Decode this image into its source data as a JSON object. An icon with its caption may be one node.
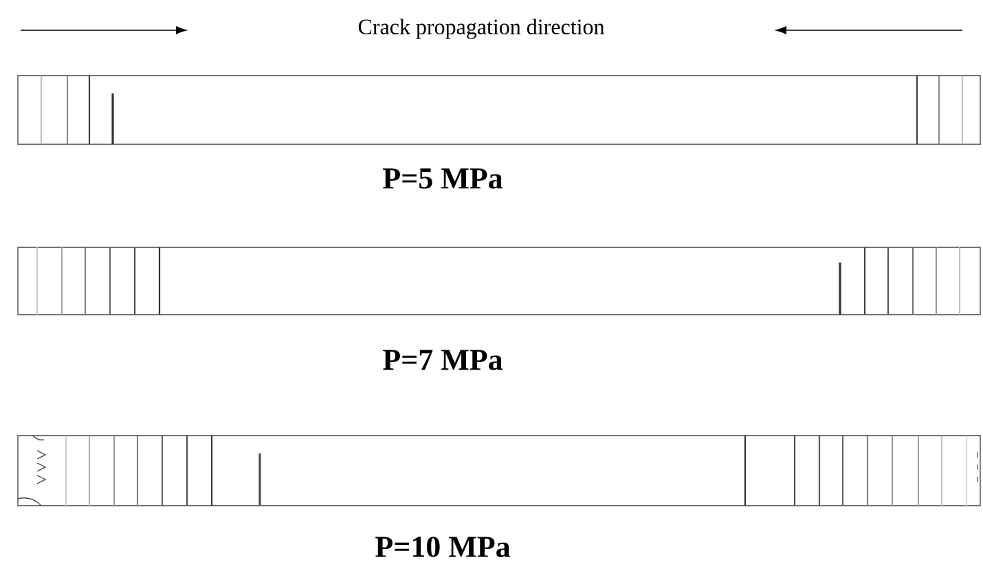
{
  "diagram": {
    "title": "Crack propagation direction",
    "nodes": [
      {
        "text": [],
        "shape": "bar",
        "beside": [
          "P=5 MPa"
        ]
      },
      {
        "text": [],
        "shape": "bar",
        "beside": [
          "P=7 MPa"
        ]
      },
      {
        "text": [],
        "shape": "bar",
        "beside": [
          "P=10 MPa"
        ]
      }
    ]
  }
}
